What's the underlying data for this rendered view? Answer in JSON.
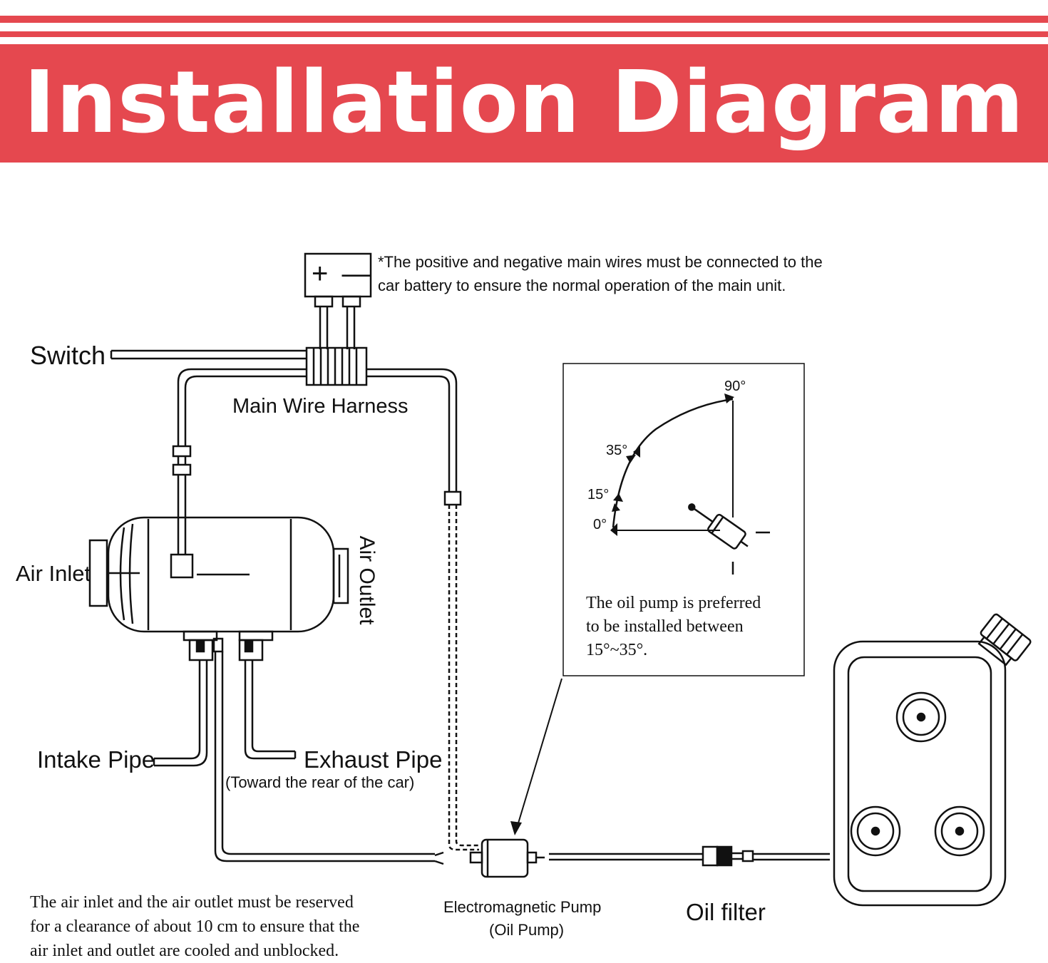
{
  "header": {
    "title": "Installation Diagram"
  },
  "battery": {
    "symbol": "+ —"
  },
  "notes": {
    "battery_note_line1": "*The positive and negative main wires must be connected to the",
    "battery_note_line2": "car battery to ensure the normal operation of the main unit.",
    "pump_angle_line1": "The oil pump is preferred",
    "pump_angle_line2": "to be installed between",
    "pump_angle_line3": "15°~35°.",
    "clearance_line1": "The air inlet and the air outlet must be reserved",
    "clearance_line2": "for a clearance of about 10 cm to ensure that the",
    "clearance_line3": "air inlet and outlet are cooled and unblocked."
  },
  "labels": {
    "switch": "Switch",
    "main_wire_harness": "Main Wire Harness",
    "air_inlet": "Air Inlet",
    "air_outlet": "Air Outlet",
    "intake_pipe": "Intake Pipe",
    "exhaust_pipe": "Exhaust Pipe",
    "exhaust_note": "(Toward the rear of the car)",
    "pump_line1": "Electromagnetic Pump",
    "pump_line2": "(Oil Pump)",
    "oil_filter": "Oil filter"
  },
  "angles": {
    "a90": "90°",
    "a35": "35°",
    "a15": "15°",
    "a0": "0°",
    "minus": "—",
    "bar": "|"
  },
  "colors": {
    "header_red": "#e5484f",
    "line": "#111111"
  }
}
